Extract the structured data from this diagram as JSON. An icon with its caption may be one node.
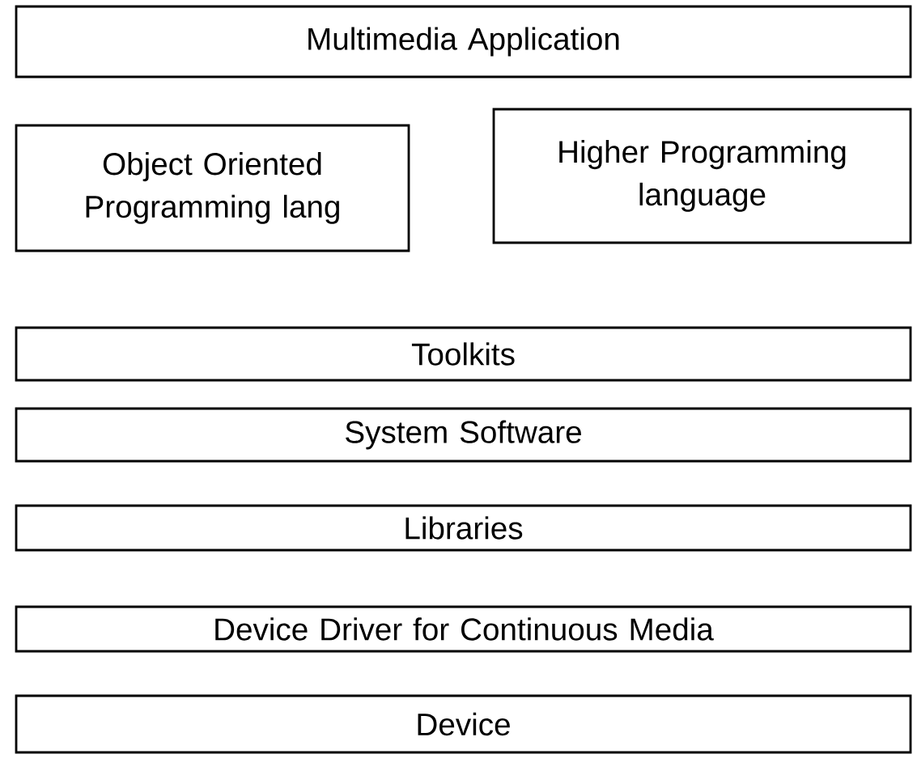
{
  "diagram": {
    "nodes": [
      {
        "text": [
          "Multimedia Application"
        ]
      },
      {
        "text": [
          "Object Oriented Programming lang"
        ]
      },
      {
        "text": [
          "Higher Programming language"
        ]
      },
      {
        "text": [
          "Toolkits"
        ]
      },
      {
        "text": [
          "System Software"
        ]
      },
      {
        "text": [
          "Libraries"
        ]
      },
      {
        "text": [
          "Device Driver for Continuous Media"
        ]
      },
      {
        "text": [
          "Device"
        ]
      }
    ]
  }
}
